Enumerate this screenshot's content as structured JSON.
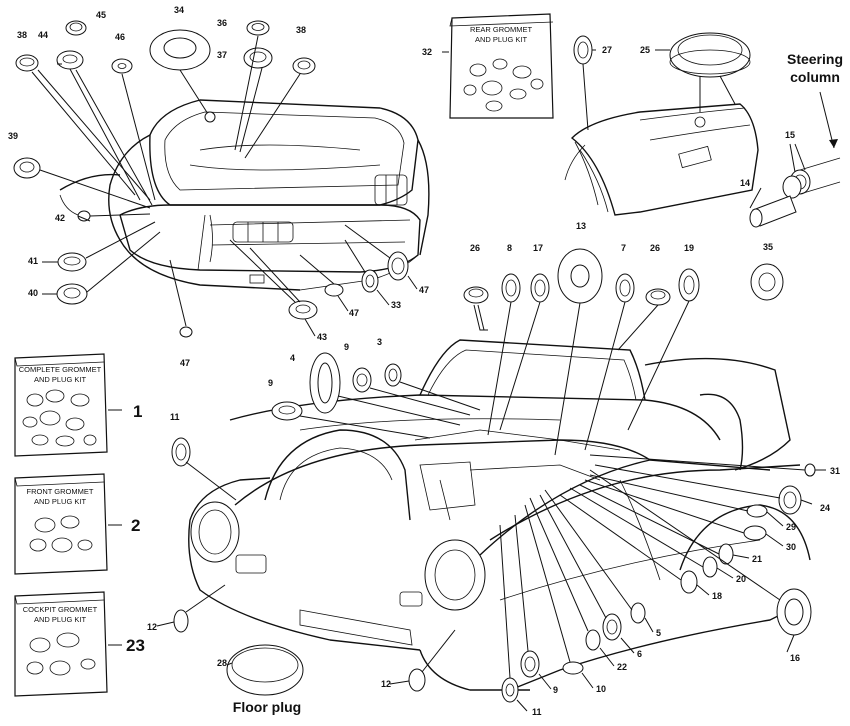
{
  "parts": [
    {
      "ref": "45",
      "label": "45"
    },
    {
      "ref": "34",
      "label": "34"
    },
    {
      "ref": "36",
      "label": "36"
    },
    {
      "ref": "38a",
      "label": "38"
    },
    {
      "ref": "44",
      "label": "44"
    },
    {
      "ref": "46",
      "label": "46"
    },
    {
      "ref": "37",
      "label": "37"
    },
    {
      "ref": "38b",
      "label": "38"
    },
    {
      "ref": "39",
      "label": "39"
    },
    {
      "ref": "42",
      "label": "42"
    },
    {
      "ref": "41",
      "label": "41"
    },
    {
      "ref": "40",
      "label": "40"
    },
    {
      "ref": "47a",
      "label": "47"
    },
    {
      "ref": "47b",
      "label": "47"
    },
    {
      "ref": "47c",
      "label": "47"
    },
    {
      "ref": "43",
      "label": "43"
    },
    {
      "ref": "33",
      "label": "33"
    },
    {
      "ref": "32",
      "label": "32"
    },
    {
      "ref": "27",
      "label": "27"
    },
    {
      "ref": "25",
      "label": "25"
    },
    {
      "ref": "15",
      "label": "15"
    },
    {
      "ref": "14",
      "label": "14"
    },
    {
      "ref": "35",
      "label": "35"
    },
    {
      "ref": "26a",
      "label": "26"
    },
    {
      "ref": "8",
      "label": "8"
    },
    {
      "ref": "17",
      "label": "17"
    },
    {
      "ref": "13",
      "label": "13"
    },
    {
      "ref": "7",
      "label": "7"
    },
    {
      "ref": "26b",
      "label": "26"
    },
    {
      "ref": "19",
      "label": "19"
    },
    {
      "ref": "4",
      "label": "4"
    },
    {
      "ref": "9a",
      "label": "9"
    },
    {
      "ref": "3",
      "label": "3"
    },
    {
      "ref": "9b",
      "label": "9"
    },
    {
      "ref": "11a",
      "label": "11"
    },
    {
      "ref": "31",
      "label": "31"
    },
    {
      "ref": "24",
      "label": "24"
    },
    {
      "ref": "29",
      "label": "29"
    },
    {
      "ref": "30",
      "label": "30"
    },
    {
      "ref": "21",
      "label": "21"
    },
    {
      "ref": "20",
      "label": "20"
    },
    {
      "ref": "18",
      "label": "18"
    },
    {
      "ref": "5",
      "label": "5"
    },
    {
      "ref": "6",
      "label": "6"
    },
    {
      "ref": "22",
      "label": "22"
    },
    {
      "ref": "10",
      "label": "10"
    },
    {
      "ref": "9c",
      "label": "9"
    },
    {
      "ref": "11b",
      "label": "11"
    },
    {
      "ref": "12a",
      "label": "12"
    },
    {
      "ref": "12b",
      "label": "12"
    },
    {
      "ref": "16",
      "label": "16"
    },
    {
      "ref": "28",
      "label": "28"
    }
  ],
  "kits": [
    {
      "ref": "32",
      "lines": [
        "REAR GROMMET",
        "AND PLUG KIT"
      ]
    },
    {
      "ref": "1",
      "lines": [
        "COMPLETE GROMMET",
        "AND PLUG KIT"
      ],
      "number": "1"
    },
    {
      "ref": "2",
      "lines": [
        "FRONT GROMMET",
        "AND PLUG KIT"
      ],
      "number": "2"
    },
    {
      "ref": "23",
      "lines": [
        "COCKPIT GROMMET",
        "AND PLUG KIT"
      ],
      "number": "23"
    }
  ],
  "captions": {
    "steering_line1": "Steering",
    "steering_line2": "column",
    "floor_plug": "Floor plug"
  }
}
